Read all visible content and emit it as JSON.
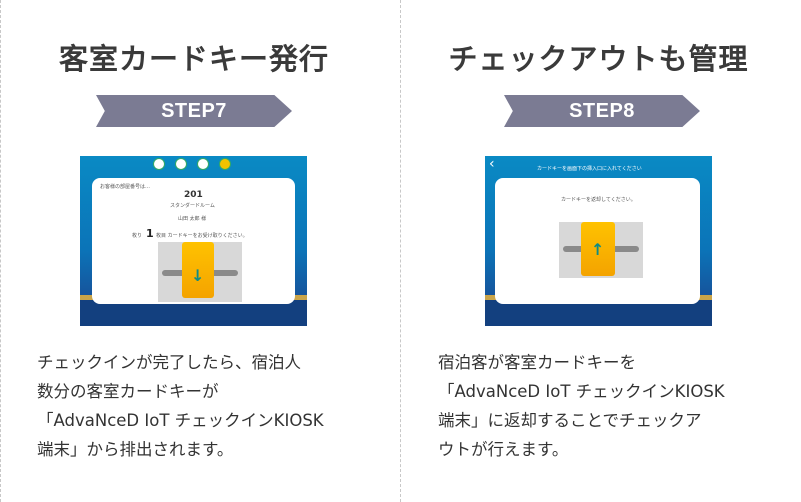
{
  "step7": {
    "title": "客室カードキー発行",
    "badge": "STEP7",
    "screen": {
      "room_label": "お客様の部屋番号は…",
      "room_number": "201",
      "room_type": "スタンダードルーム",
      "guest_name": "山田 太郎 様",
      "count_prefix": "枚り",
      "count_value": "1",
      "count_suffix": "枚目 カードキーをお受け取りください。",
      "arrow": "↓"
    },
    "description": [
      "チェックインが完了したら、宿泊人",
      "数分の客室カードキーが",
      "「AdvaNceD IoT チェックインKIOSK",
      "端末」から排出されます。"
    ]
  },
  "step8": {
    "title": "チェックアウトも管理",
    "badge": "STEP8",
    "screen": {
      "back": "‹",
      "header": "カードキーを画面下の挿入口に入れてください",
      "instruction": "カードキーを返却してください。",
      "arrow": "↑"
    },
    "description": [
      "宿泊客が客室カードキーを",
      "「AdvaNceD IoT チェックインKIOSK",
      "端末」に返却することでチェックア",
      "ウトが行えます。"
    ]
  }
}
